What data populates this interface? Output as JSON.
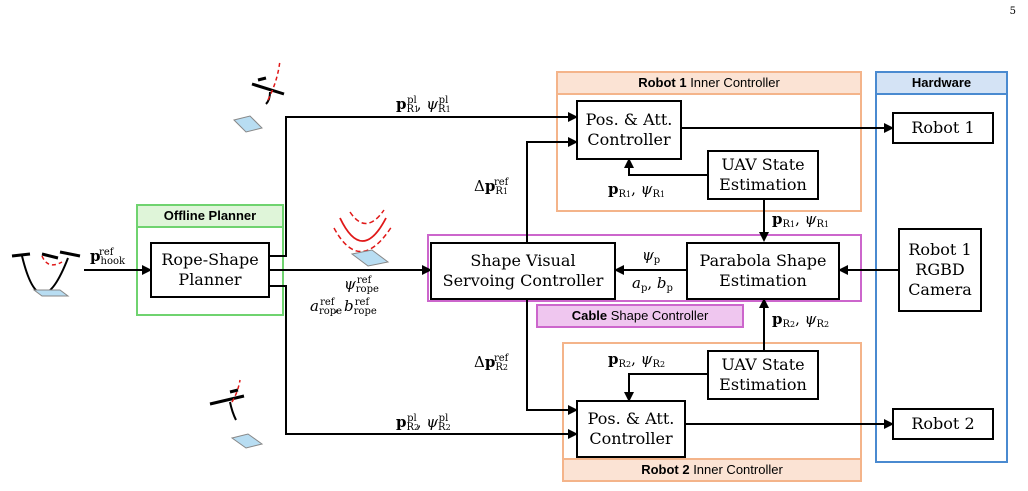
{
  "page_number": "5",
  "regions": {
    "offline_planner": {
      "title": "Offline Planner"
    },
    "robot1_inner": {
      "title_bold": "Robot 1",
      "title_rest": " Inner Controller"
    },
    "robot2_inner": {
      "title_bold": "Robot 2",
      "title_rest": " Inner Controller"
    },
    "hardware": {
      "title": "Hardware"
    },
    "cable_shape": {
      "title_bold": "Cable",
      "title_rest": " Shape Controller"
    }
  },
  "blocks": {
    "rope_planner": [
      "Rope-Shape",
      "Planner"
    ],
    "shape_servoing": [
      "Shape Visual",
      "Servoing Controller"
    ],
    "parabola_est": [
      "Parabola Shape",
      "Estimation"
    ],
    "posatt_1": [
      "Pos. & Att.",
      "Controller"
    ],
    "posatt_2": [
      "Pos. & Att.",
      "Controller"
    ],
    "uav_state_1": [
      "UAV State",
      "Estimation"
    ],
    "uav_state_2": [
      "UAV State",
      "Estimation"
    ],
    "robot1": [
      "Robot 1"
    ],
    "robot2": [
      "Robot 2"
    ],
    "camera": [
      "Robot 1",
      "RGBD",
      "Camera"
    ]
  },
  "symbols": {
    "p": "p",
    "psi": "ψ",
    "a": "a",
    "b": "b",
    "delta": "Δ",
    "ref": "ref",
    "pl": "pl",
    "hook": "hook",
    "rope": "rope",
    "R1": "R",
    "R1_sub": "1",
    "R2": "R",
    "R2_sub": "2",
    "p_sub": "p",
    "comma": ", "
  },
  "colors": {
    "offline_planner": "#6fd36f",
    "offline_planner_fill": "#dff5d9",
    "robot_inner": "#f4b48a",
    "robot_inner_fill": "#fbe3d4",
    "hardware": "#4a8ad0",
    "hardware_fill": "#d4e3f5",
    "cable": "#cc66cc",
    "cable_fill": "#efc6ef",
    "rope_red": "#e01818",
    "platform": "#b8ddf2"
  }
}
